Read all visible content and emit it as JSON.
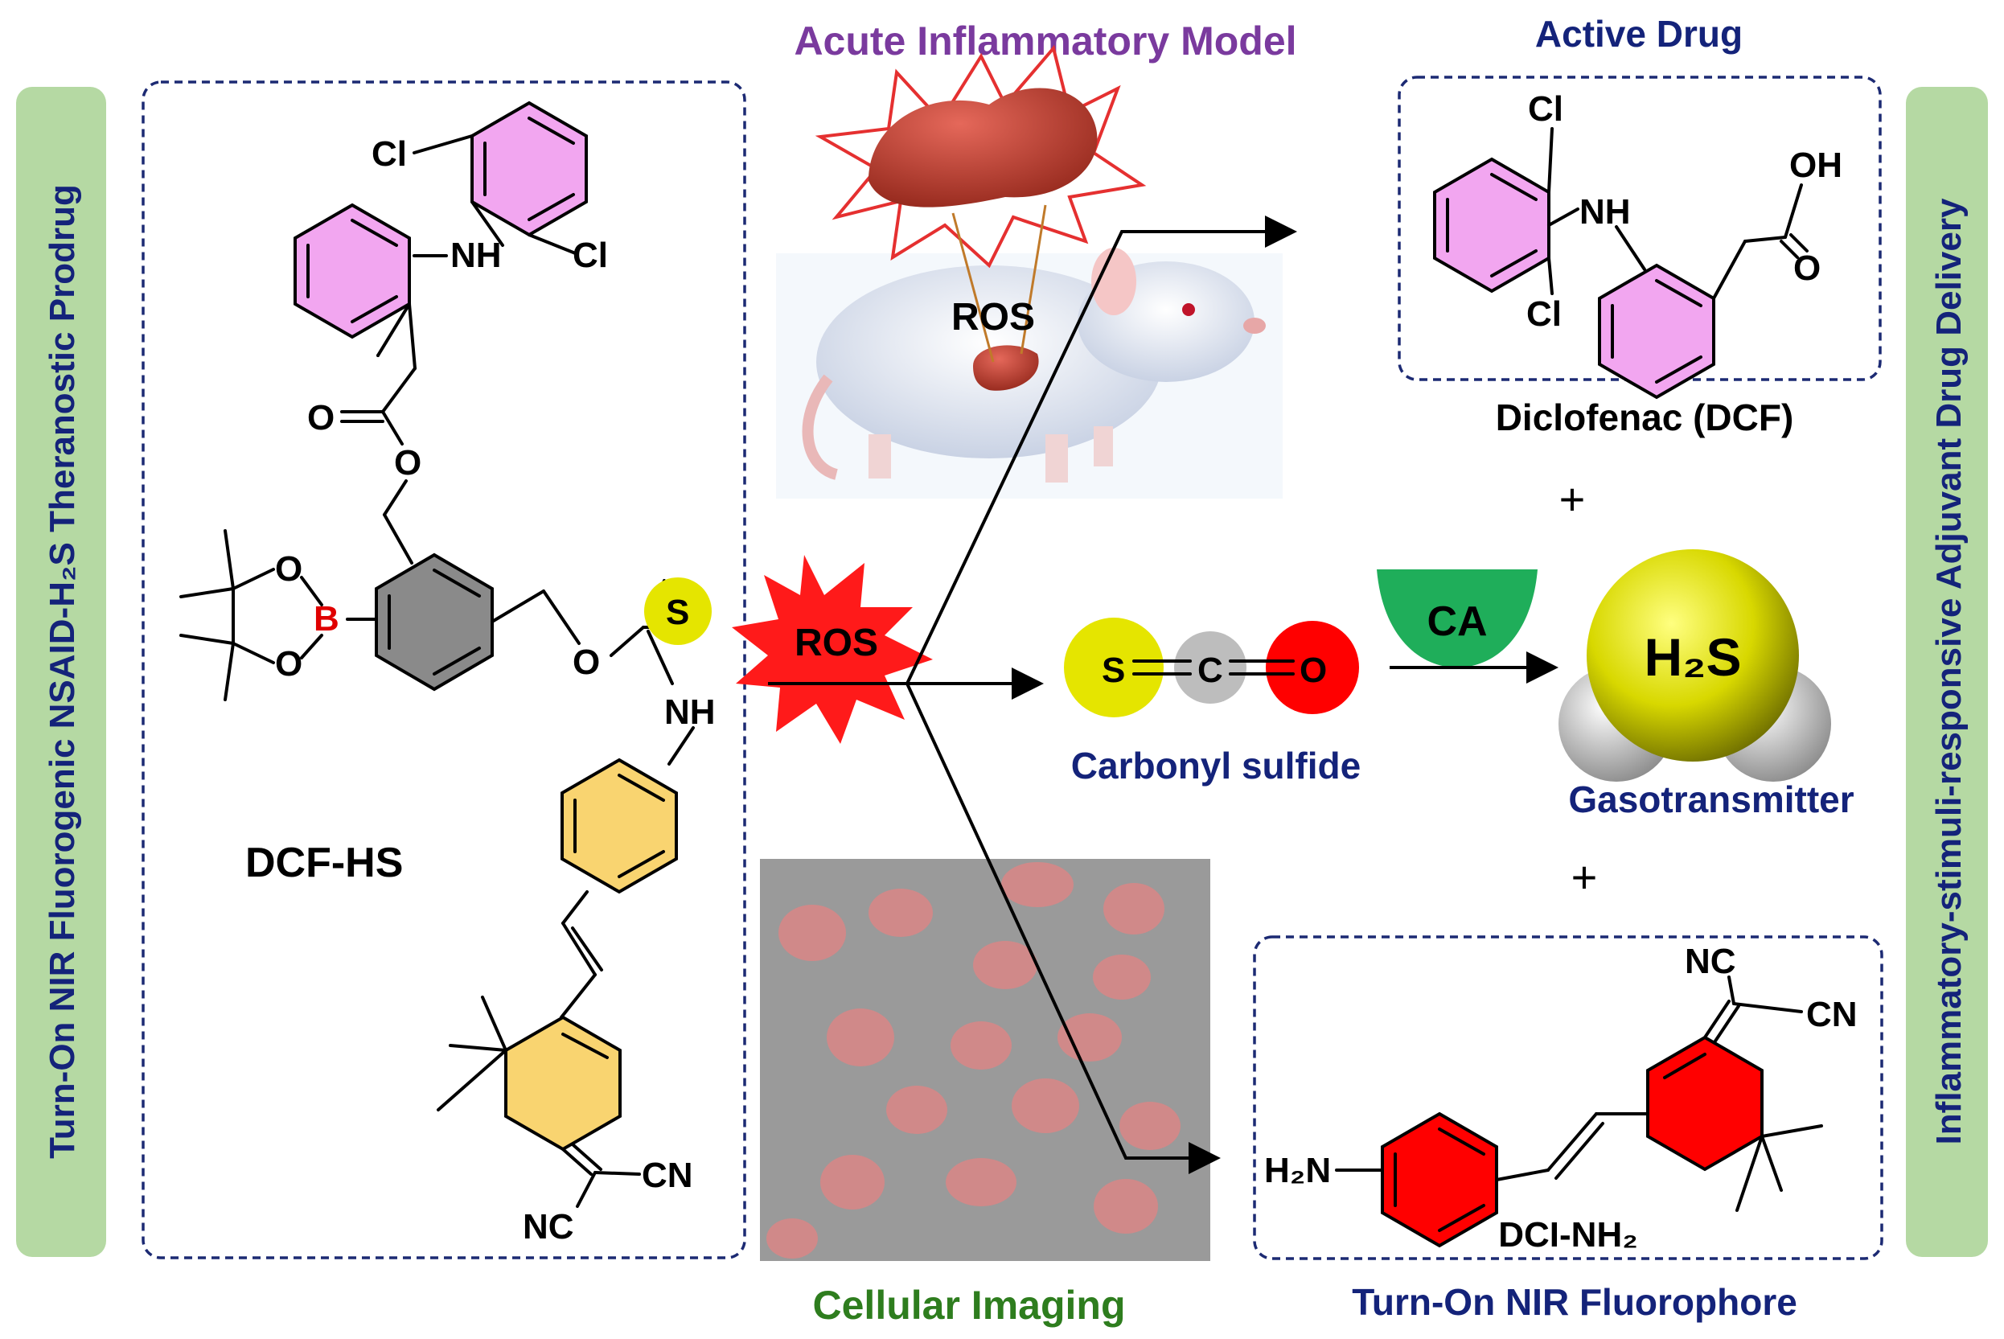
{
  "labels": {
    "left_banner": "Turn-On NIR Fluorogenic NSAID-H₂S Theranostic Prodrug",
    "right_banner": "Inflammatory-stimuli-responsive Adjuvant Drug Delivery",
    "model_title": "Acute Inflammatory Model",
    "active_drug": "Active Drug",
    "diclofenac": "Diclofenac (DCF)",
    "prodrug_name": "DCF-HS",
    "ros_center": "ROS",
    "ros_mouse": "ROS",
    "carbonyl_sulfide": "Carbonyl sulfide",
    "ca": "CA",
    "h2s": "H₂S",
    "gasotransmitter": "Gasotransmitter",
    "fluorophore_label": "Turn-On NIR Fluorophore",
    "fluorophore_name": "DCI-NH₂",
    "cellular_imaging": "Cellular Imaging",
    "plus_top": "+",
    "plus_bottom": "+"
  },
  "atoms": {
    "cl": "Cl",
    "nh": "NH",
    "o": "O",
    "oh": "OH",
    "b": "B",
    "s": "S",
    "c": "C",
    "nc": "NC",
    "cn": "CN",
    "h2n": "H₂N"
  },
  "colors": {
    "banner_green": "#b5d9a3",
    "box_navy": "#1c2a73",
    "title_purple": "#7a3a9e",
    "label_navy": "#14237a",
    "imaging_green": "#2e7d1e",
    "ring_pink": "#f2a6f0",
    "ring_gray": "#8a8a8a",
    "ring_yellow": "#f9d470",
    "ring_red": "#ff0000",
    "sulfur_yellow": "#e5e500",
    "oxygen_red": "#ff0000",
    "carbon_gray": "#bdbdbd",
    "ca_green": "#1fae5a",
    "boron_red": "#e00000"
  }
}
